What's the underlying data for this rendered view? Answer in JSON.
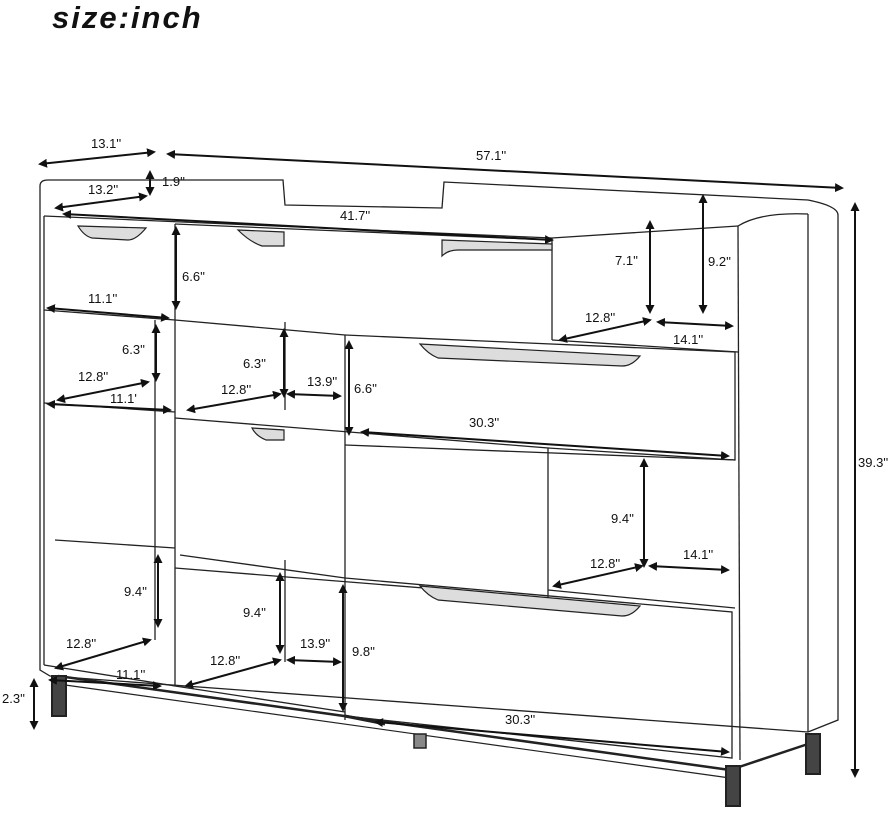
{
  "title": "size:inch",
  "dimensions": [
    {
      "id": "depth-top",
      "text": "13.1''"
    },
    {
      "id": "width-overall",
      "text": "57.1''"
    },
    {
      "id": "inner-depth",
      "text": "13.2''"
    },
    {
      "id": "rail-height",
      "text": "1.9''"
    },
    {
      "id": "top-drawer-width",
      "text": "41.7''"
    },
    {
      "id": "top-drawer-height",
      "text": "6.6''"
    },
    {
      "id": "top-right-shelf-height",
      "text": "7.1''"
    },
    {
      "id": "top-right-side-height",
      "text": "9.2''"
    },
    {
      "id": "top-left-shelf-width",
      "text": "11.1''"
    },
    {
      "id": "top-right-shelf-depth",
      "text": "12.8''"
    },
    {
      "id": "top-right-shelf-width",
      "text": "14.1''"
    },
    {
      "id": "left-cube-height",
      "text": "6.3''"
    },
    {
      "id": "mid-cube-height",
      "text": "6.3''"
    },
    {
      "id": "left-cube-depth",
      "text": "12.8''"
    },
    {
      "id": "left-cube-width",
      "text": "11.1'"
    },
    {
      "id": "mid-cube-depth",
      "text": "12.8''"
    },
    {
      "id": "mid-cube-width",
      "text": "13.9''"
    },
    {
      "id": "right-drawer-height",
      "text": "6.6''"
    },
    {
      "id": "right-drawer-width",
      "text": "30.3''"
    },
    {
      "id": "overall-height",
      "text": "39.3''"
    },
    {
      "id": "right-lower-shelf-height",
      "text": "9.4''"
    },
    {
      "id": "right-lower-shelf-depth",
      "text": "12.8''"
    },
    {
      "id": "right-lower-shelf-width",
      "text": "14.1''"
    },
    {
      "id": "bottom-left-cube-height",
      "text": "9.4''"
    },
    {
      "id": "bottom-mid-cube-height",
      "text": "9.4''"
    },
    {
      "id": "bottom-drawer-height",
      "text": "9.8''"
    },
    {
      "id": "bottom-left-cube-depth",
      "text": "12.8''"
    },
    {
      "id": "bottom-mid-cube-depth",
      "text": "12.8''"
    },
    {
      "id": "bottom-mid-cube-width",
      "text": "13.9''"
    },
    {
      "id": "leg-height",
      "text": "2.3''"
    },
    {
      "id": "bottom-left-cube-width",
      "text": "11.1''"
    },
    {
      "id": "bottom-drawer-width",
      "text": "30.3''"
    }
  ]
}
